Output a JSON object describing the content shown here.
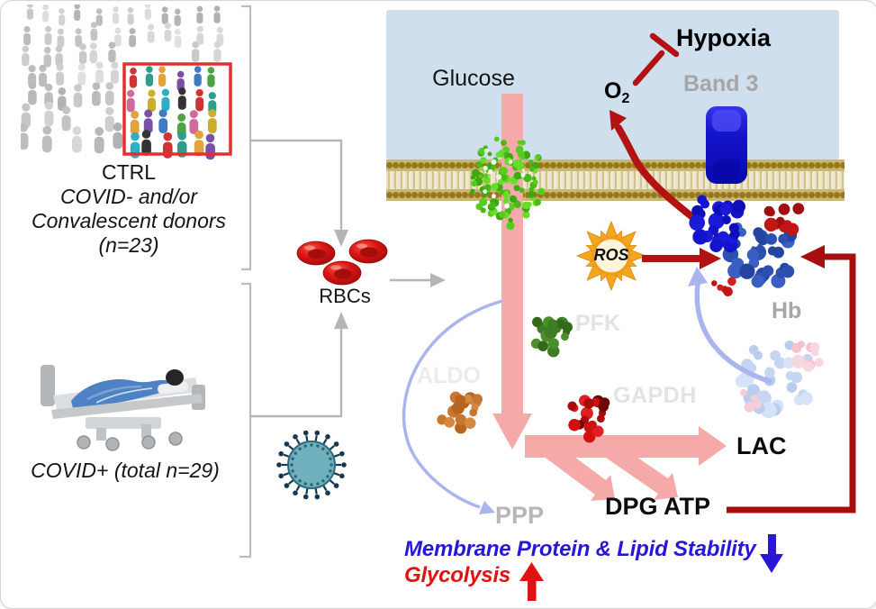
{
  "figure": {
    "groups": {
      "ctrl": {
        "title": "CTRL",
        "line2": "COVID- and/or",
        "line3": "Convalescent donors",
        "line4": "(n=23)"
      },
      "covid": {
        "label": "COVID+ (total n=29)"
      },
      "rbcs_label": "RBCs"
    },
    "membrane_region": {
      "glucose": "Glucose",
      "hypoxia": "Hypoxia",
      "o2": "O",
      "o2_sub": "2",
      "band3": "Band 3"
    },
    "cytosol": {
      "ros": "ROS",
      "hb": "Hb",
      "pfk": "PFK",
      "aldo": "ALDO",
      "gapdh": "GAPDH",
      "ppp": "PPP",
      "lac": "LAC",
      "dpg_atp": "DPG ATP"
    },
    "conclusions": {
      "membrane_stability": "Membrane Protein & Lipid Stability",
      "glycolysis": "Glycolysis"
    }
  },
  "colors": {
    "extracellular_blue": "#cfdfee",
    "membrane_gold": "#96761c",
    "glycolysis_pink": "#f5a9a9",
    "signal_dark_red": "#b31212",
    "feedback_dark_red": "#a50f0f",
    "ppp_lavender": "#aab4ef",
    "band3_blue": "#1414cc",
    "conclusion_blue": "#2817d6",
    "conclusion_red": "#e01212",
    "enzyme_faded_gray": "#e3e3e3",
    "protein_label_gray": "#a6a6a6",
    "rbc_red": "#d91414",
    "virus_teal": "#6fb0bc",
    "sun_orange": "#f6a51f",
    "highlight_box_red": "#e23030"
  },
  "icons": {
    "crowd": "crowd-of-donors",
    "highlighted_donors_box": "red-outlined-donor-subset",
    "hospital_bed": "covid-patient-in-bed",
    "rbc": "red-blood-cells",
    "virus": "coronavirus-particle",
    "ros_sun": "ros-burst",
    "glut1": "green-glucose-transporter",
    "band3": "blue-band3-channel",
    "hb": "hemoglobin-tetramer",
    "hb_faded": "deoxy-hemoglobin-faded",
    "pfk_mol": "pfk-enzyme",
    "aldo_mol": "aldolase-enzyme",
    "gapdh_mol": "gapdh-enzyme"
  }
}
